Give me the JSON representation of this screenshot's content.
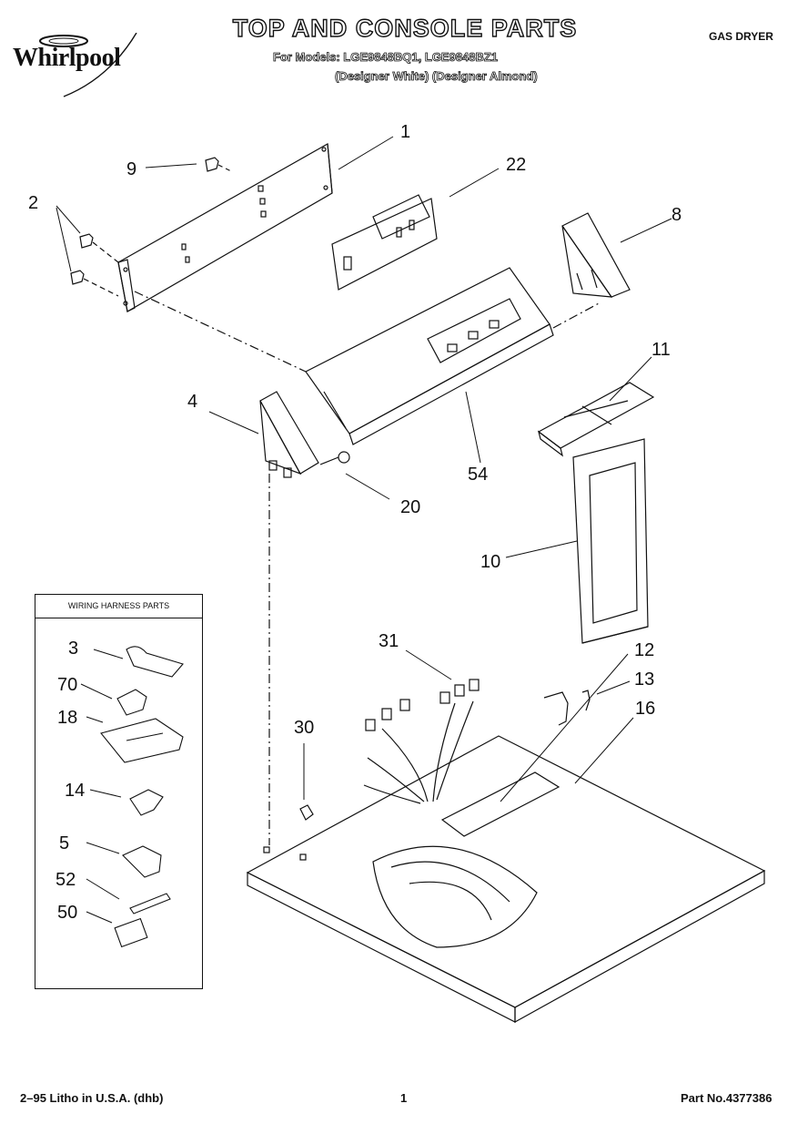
{
  "header": {
    "brand": "Whirlpool",
    "title": "TOP AND CONSOLE PARTS",
    "models_line": "For Models: LGE9848BQ1, LGE9848BZ1",
    "colors_line": "(Designer White)  (Designer Almond)",
    "appliance_type": "GAS DRYER"
  },
  "callouts": {
    "c1": "1",
    "c22": "22",
    "c9": "9",
    "c2": "2",
    "c8": "8",
    "c4": "4",
    "c11": "11",
    "c54": "54",
    "c20": "20",
    "c10": "10",
    "c31": "31",
    "c12": "12",
    "c13": "13",
    "c16": "16",
    "c30": "30"
  },
  "harness": {
    "heading": "WIRING HARNESS PARTS",
    "items": [
      "3",
      "70",
      "18",
      "14",
      "5",
      "52",
      "50"
    ]
  },
  "footer": {
    "litho": "2–95 Litho in U.S.A. (dhb)",
    "page": "1",
    "part_no": "Part No.4377386"
  }
}
